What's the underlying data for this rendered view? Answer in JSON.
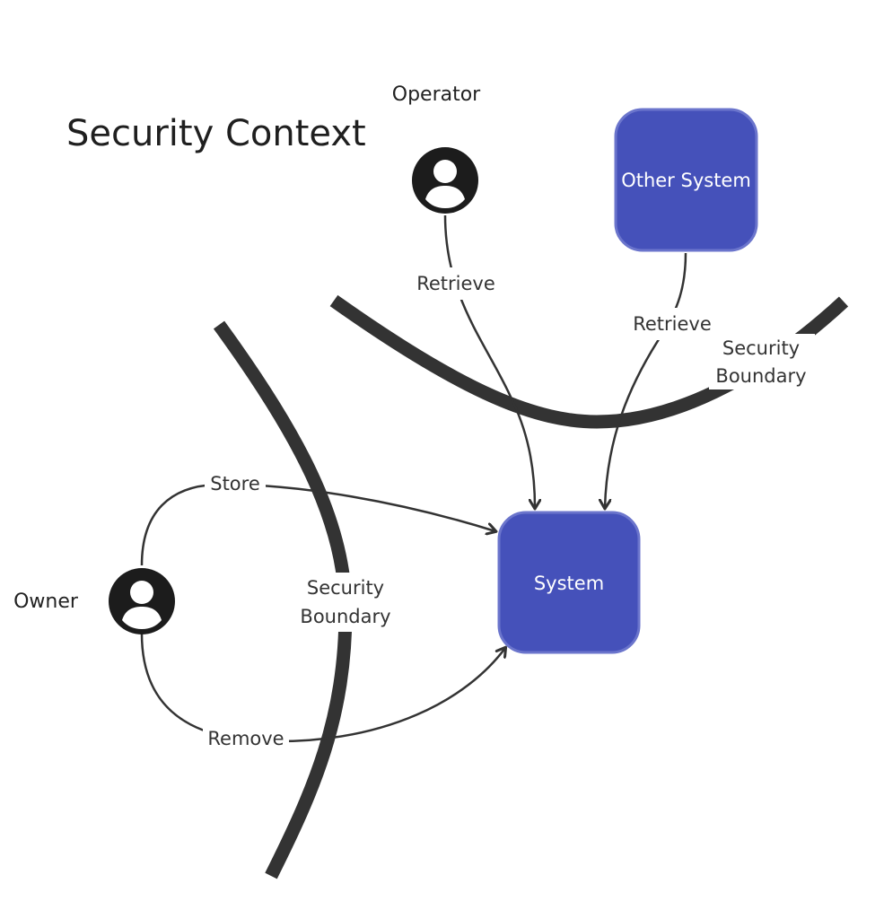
{
  "title": "Security Context",
  "actors": {
    "operator": {
      "label": "Operator"
    },
    "owner": {
      "label": "Owner"
    }
  },
  "systems": {
    "other_system": {
      "label": "Other System"
    },
    "system": {
      "label": "System"
    }
  },
  "boundaries": {
    "top_label_line1": "Security",
    "top_label_line2": "Boundary",
    "left_label_line1": "Security",
    "left_label_line2": "Boundary"
  },
  "edges": {
    "operator_to_system": "Retrieve",
    "other_to_system": "Retrieve",
    "owner_store": "Store",
    "owner_remove": "Remove"
  },
  "colors": {
    "box_fill": "#4551BA",
    "box_stroke": "#6B75CC",
    "line": "#333333",
    "actor": "#1c1c1c"
  }
}
